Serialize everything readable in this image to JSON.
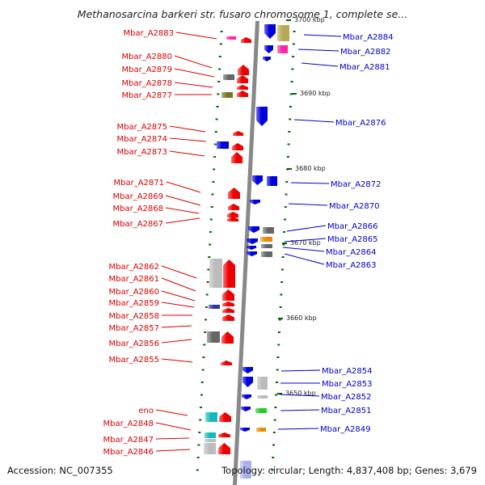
{
  "title": "Methanosarcina barkeri str. fusaro chromosome 1, complete se...",
  "accession": "Accession: NC_007355",
  "summary": "Topology: circular; Length: 4,837,408 bp; Genes: 3,679",
  "colors": {
    "left_label": "#dd0000",
    "right_label": "#0000cc",
    "tick": "#006600",
    "backbone": "#888888"
  },
  "scale_labels": [
    "3700 kbp",
    "3690 kbp",
    "3680 kbp",
    "3670 kbp",
    "3660 kbp",
    "3650 kbp"
  ],
  "left_genes": [
    "Mbar_A2883",
    "Mbar_A2880",
    "Mbar_A2879",
    "Mbar_A2878",
    "Mbar_A2877",
    "Mbar_A2875",
    "Mbar_A2874",
    "Mbar_A2873",
    "Mbar_A2871",
    "Mbar_A2869",
    "Mbar_A2868",
    "Mbar_A2867",
    "Mbar_A2862",
    "Mbar_A2861",
    "Mbar_A2860",
    "Mbar_A2859",
    "Mbar_A2858",
    "Mbar_A2857",
    "Mbar_A2856",
    "Mbar_A2855",
    "eno",
    "Mbar_A2848",
    "Mbar_A2847",
    "Mbar_A2846"
  ],
  "right_genes": [
    "Mbar_A2884",
    "Mbar_A2882",
    "Mbar_A2881",
    "Mbar_A2876",
    "Mbar_A2872",
    "Mbar_A2870",
    "Mbar_A2866",
    "Mbar_A2865",
    "Mbar_A2864",
    "Mbar_A2863",
    "Mbar_A2854",
    "Mbar_A2853",
    "Mbar_A2852",
    "Mbar_A2851",
    "Mbar_A2849"
  ]
}
